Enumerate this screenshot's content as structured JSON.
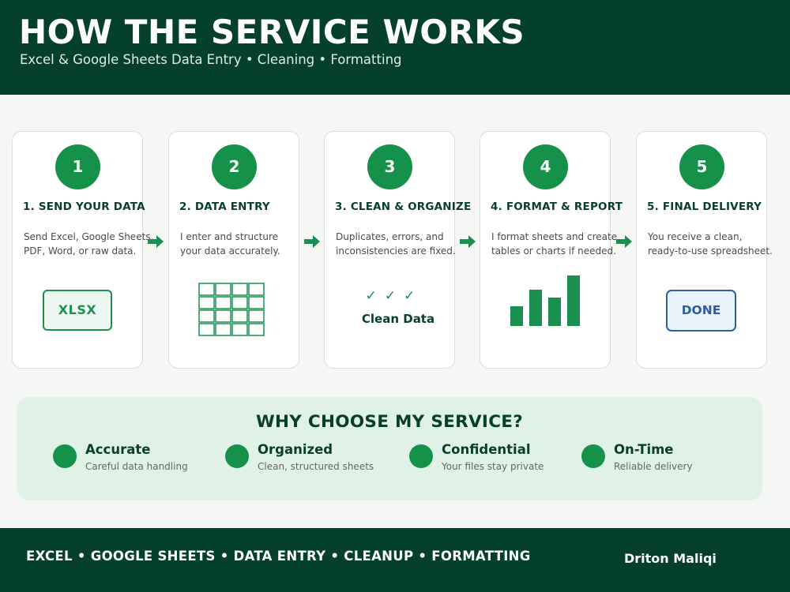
{
  "header": {
    "title": "HOW THE SERVICE WORKS",
    "subtitle": "Excel & Google Sheets Data Entry • Cleaning • Formatting"
  },
  "steps": [
    {
      "number": "1",
      "title": "1. SEND YOUR DATA",
      "description": "Send Excel, Google Sheets,\nPDF, Word, or raw data.",
      "visual": "XLSX"
    },
    {
      "number": "2",
      "title": "2. DATA ENTRY",
      "description": "I enter and structure\nyour data accurately.",
      "visual": "grid-icon"
    },
    {
      "number": "3",
      "title": "3. CLEAN & ORGANIZE",
      "description": "Duplicates, errors, and\ninconsistencies are fixed.",
      "checks": "✓✓✓",
      "visual": "Clean Data"
    },
    {
      "number": "4",
      "title": "4. FORMAT & REPORT",
      "description": "I format sheets and create\ntables or charts if needed.",
      "visual": "bar-chart-icon"
    },
    {
      "number": "5",
      "title": "5. FINAL DELIVERY",
      "description": "You receive a clean,\nready-to-use spreadsheet.",
      "visual": "DONE"
    }
  ],
  "why": {
    "title": "WHY CHOOSE MY SERVICE?",
    "features": [
      {
        "title": "Accurate",
        "description": "Careful data handling"
      },
      {
        "title": "Organized",
        "description": "Clean, structured sheets"
      },
      {
        "title": "Confidential",
        "description": "Your files stay private"
      },
      {
        "title": "On-Time",
        "description": "Reliable delivery"
      }
    ]
  },
  "footer": {
    "tags": "EXCEL • GOOGLE SHEETS • DATA ENTRY • CLEANUP • FORMATTING",
    "author": "Driton Maliqi"
  },
  "colors": {
    "dark_green": "#04402b",
    "accent_green": "#15914a",
    "light_green": "#e0f2e8",
    "blue": "#2f5f9e"
  }
}
